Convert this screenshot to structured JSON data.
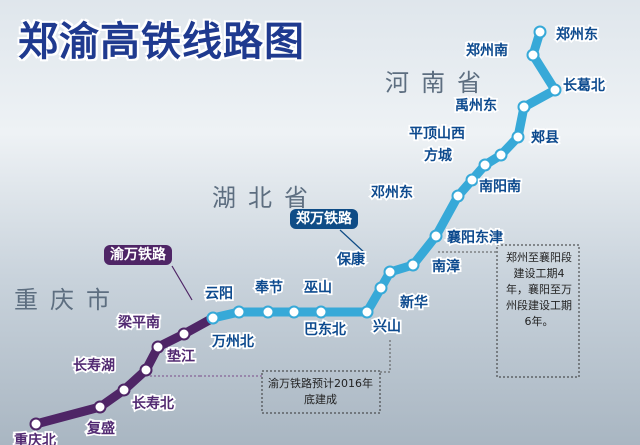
{
  "title": "郑渝高铁线路图",
  "regions": {
    "henan": "河南省",
    "hubei": "湖北省",
    "chongqing": "重庆市"
  },
  "line_labels": {
    "zhengwan": "郑万铁路",
    "yuwan": "渝万铁路"
  },
  "notes": {
    "zhengwan_schedule": "郑州至襄阳段建设工期4年，襄阳至万州段建设工期6年。",
    "yuwan_schedule": "渝万铁路预计2016年底建成"
  },
  "colors": {
    "title": "#1f3a8f",
    "zhengwan_line": "#37a9d8",
    "zhengwan_station_text": "#0d4a8e",
    "yuwan_line": "#4f2566",
    "yuwan_station_text": "#522a72",
    "station_dot": "#ffffff"
  },
  "stations": [
    {
      "name": "郑州东",
      "line": "zhengwan"
    },
    {
      "name": "郑州南",
      "line": "zhengwan"
    },
    {
      "name": "长葛北",
      "line": "zhengwan"
    },
    {
      "name": "禹州东",
      "line": "zhengwan"
    },
    {
      "name": "郏县",
      "line": "zhengwan"
    },
    {
      "name": "平顶山西",
      "line": "zhengwan"
    },
    {
      "name": "方城",
      "line": "zhengwan"
    },
    {
      "name": "南阳南",
      "line": "zhengwan"
    },
    {
      "name": "邓州东",
      "line": "zhengwan"
    },
    {
      "name": "襄阳东津",
      "line": "zhengwan"
    },
    {
      "name": "南漳",
      "line": "zhengwan"
    },
    {
      "name": "保康",
      "line": "zhengwan"
    },
    {
      "name": "新华",
      "line": "zhengwan"
    },
    {
      "name": "兴山",
      "line": "zhengwan"
    },
    {
      "name": "巴东北",
      "line": "zhengwan"
    },
    {
      "name": "巫山",
      "line": "zhengwan"
    },
    {
      "name": "奉节",
      "line": "zhengwan"
    },
    {
      "name": "云阳",
      "line": "zhengwan"
    },
    {
      "name": "万州北",
      "line": "zhengwan"
    },
    {
      "name": "梁平南",
      "line": "yuwan"
    },
    {
      "name": "垫江",
      "line": "yuwan"
    },
    {
      "name": "长寿湖",
      "line": "yuwan"
    },
    {
      "name": "长寿北",
      "line": "yuwan"
    },
    {
      "name": "复盛",
      "line": "yuwan"
    },
    {
      "name": "重庆北",
      "line": "yuwan"
    }
  ]
}
